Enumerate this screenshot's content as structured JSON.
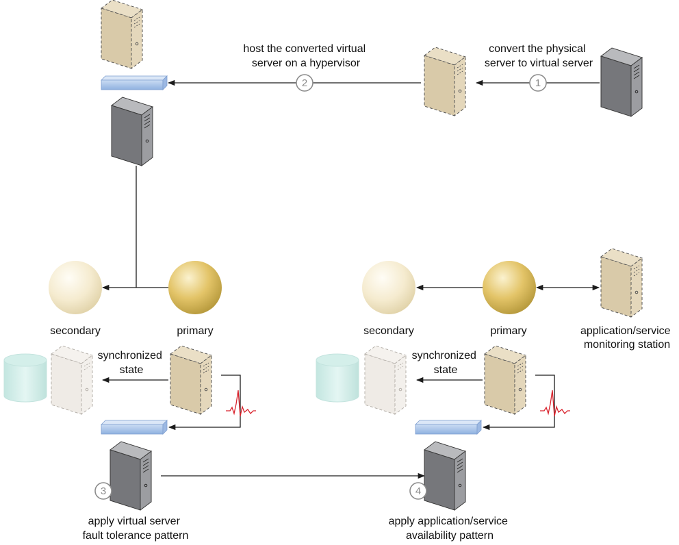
{
  "colors": {
    "physical_server": "#8f9094",
    "virtual_server": "#dcccac",
    "virtual_server_faded": "#efebe6",
    "primary_node": "#e3c468",
    "secondary_node": "#f5ebcf",
    "hypervisor": "#a9c4e6",
    "storage": "#cdebe6",
    "heartbeat": "#d9232d",
    "step_marker": "#8c8c8c",
    "connector": "#1c1c1c"
  },
  "icons": {
    "physical": "physical-server-icon",
    "virtual": "virtual-server-icon",
    "hypervisor": "hypervisor-icon",
    "storage": "storage-cylinder-icon",
    "node": "node-sphere-icon",
    "heartbeat": "heartbeat-pulse-icon"
  },
  "steps": [
    {
      "number": "1",
      "caption": [
        "convert the physical",
        "server to virtual server"
      ]
    },
    {
      "number": "2",
      "caption": [
        "host the converted virtual",
        "server on a hypervisor"
      ]
    },
    {
      "number": "3",
      "caption": [
        "apply virtual server",
        "fault tolerance pattern"
      ]
    },
    {
      "number": "4",
      "caption": [
        "apply application/service",
        "availability pattern"
      ]
    }
  ],
  "fault_tolerance_cluster": {
    "secondary_label": "secondary",
    "primary_label": "primary",
    "sync_label": [
      "synchronized",
      "state"
    ]
  },
  "availability_cluster": {
    "secondary_label": "secondary",
    "primary_label": "primary",
    "sync_label": [
      "synchronized",
      "state"
    ],
    "monitor_label": [
      "application/service",
      "monitoring station"
    ]
  }
}
